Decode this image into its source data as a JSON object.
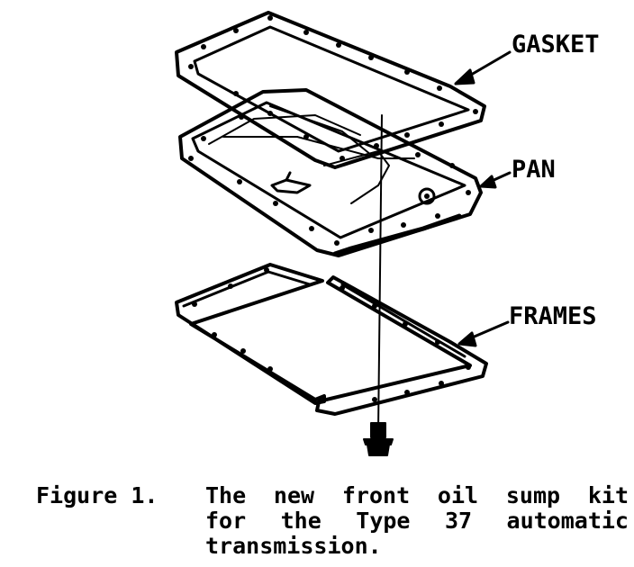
{
  "labels": {
    "gasket": "GASKET",
    "pan": "PAN",
    "frames": "FRAMES"
  },
  "caption": {
    "figure": "Figure 1.",
    "line1": "The new front oil  sump  kit",
    "line2": "for  the  Type  37 automatic",
    "line3": "transmission."
  },
  "colors": {
    "ink": "#000000",
    "paper": "#ffffff"
  }
}
